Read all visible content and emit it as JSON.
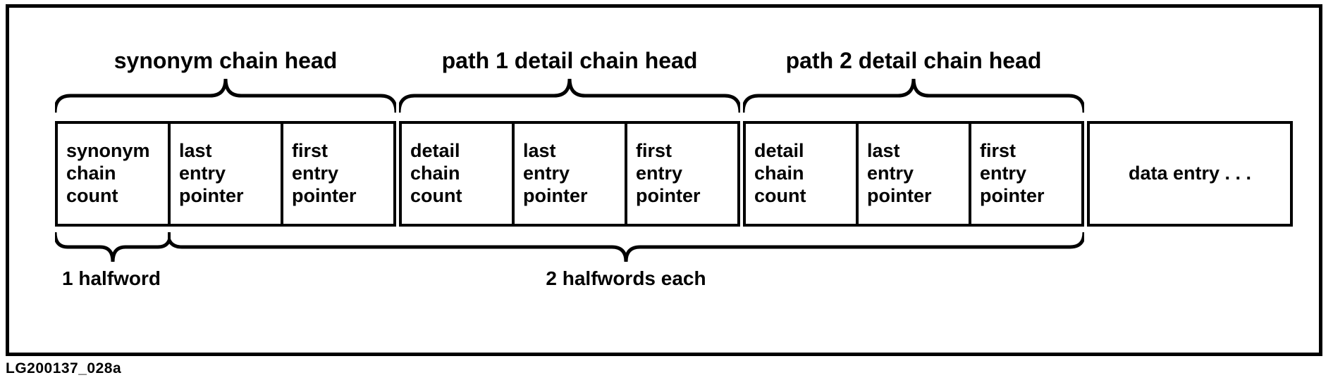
{
  "diagram": {
    "ink_color": "#000000",
    "top_braces": [
      {
        "label": "synonym chain head"
      },
      {
        "label": "path 1 detail chain head"
      },
      {
        "label": "path 2 detail chain head"
      }
    ],
    "cells": [
      {
        "label": "synonym\nchain\ncount"
      },
      {
        "label": "last\nentry\npointer"
      },
      {
        "label": "first\nentry\npointer"
      },
      {
        "label": "detail\nchain\ncount"
      },
      {
        "label": "last\nentry\npointer"
      },
      {
        "label": "first\nentry\npointer"
      },
      {
        "label": "detail\nchain\ncount"
      },
      {
        "label": "last\nentry\npointer"
      },
      {
        "label": "first\nentry\npointer"
      },
      {
        "label": "data entry . . ."
      }
    ],
    "bottom_braces": [
      {
        "label": "1 halfword"
      },
      {
        "label": "2 halfwords each"
      }
    ],
    "caption": "LG200137_028a"
  }
}
